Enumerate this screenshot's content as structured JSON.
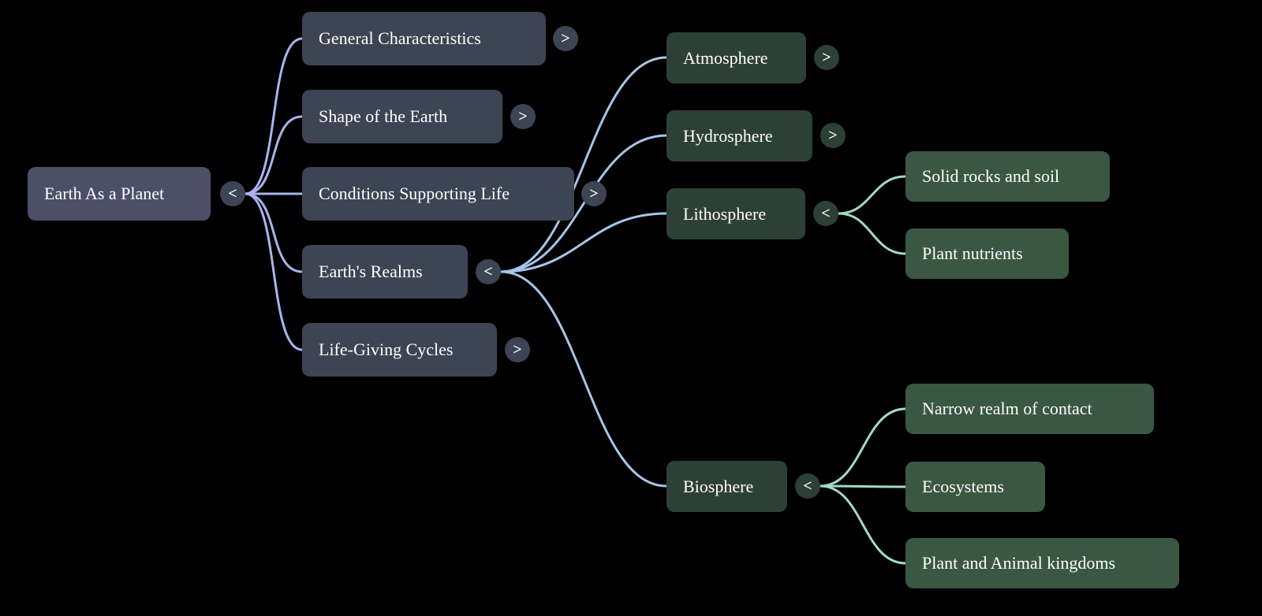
{
  "diagram_type": "mindmap",
  "colors": {
    "background": "#000000",
    "root_node": "#4b4f68",
    "branch_node": "#3d4454",
    "realm_node": "#2d4035",
    "leaf_node": "#3a5742",
    "edge_level1": "#a9b3ec",
    "edge_level2": "#a5c6e8",
    "edge_level3": "#a3d9c5",
    "text": "#ffffff"
  },
  "root": {
    "label": "Earth As a Planet",
    "toggle": "<"
  },
  "level2": [
    {
      "label": "General Characteristics",
      "toggle": ">"
    },
    {
      "label": "Shape of the Earth",
      "toggle": ">"
    },
    {
      "label": "Conditions Supporting Life",
      "toggle": ">"
    },
    {
      "label": "Earth's Realms",
      "toggle": "<"
    },
    {
      "label": "Life-Giving Cycles",
      "toggle": ">"
    }
  ],
  "level3": [
    {
      "label": "Atmosphere",
      "toggle": ">"
    },
    {
      "label": "Hydrosphere",
      "toggle": ">"
    },
    {
      "label": "Lithosphere",
      "toggle": "<"
    },
    {
      "label": "Biosphere",
      "toggle": "<"
    }
  ],
  "level4": [
    {
      "label": "Solid rocks and soil"
    },
    {
      "label": "Plant nutrients"
    },
    {
      "label": "Narrow realm of contact"
    },
    {
      "label": "Ecosystems"
    },
    {
      "label": "Plant and Animal kingdoms"
    }
  ]
}
